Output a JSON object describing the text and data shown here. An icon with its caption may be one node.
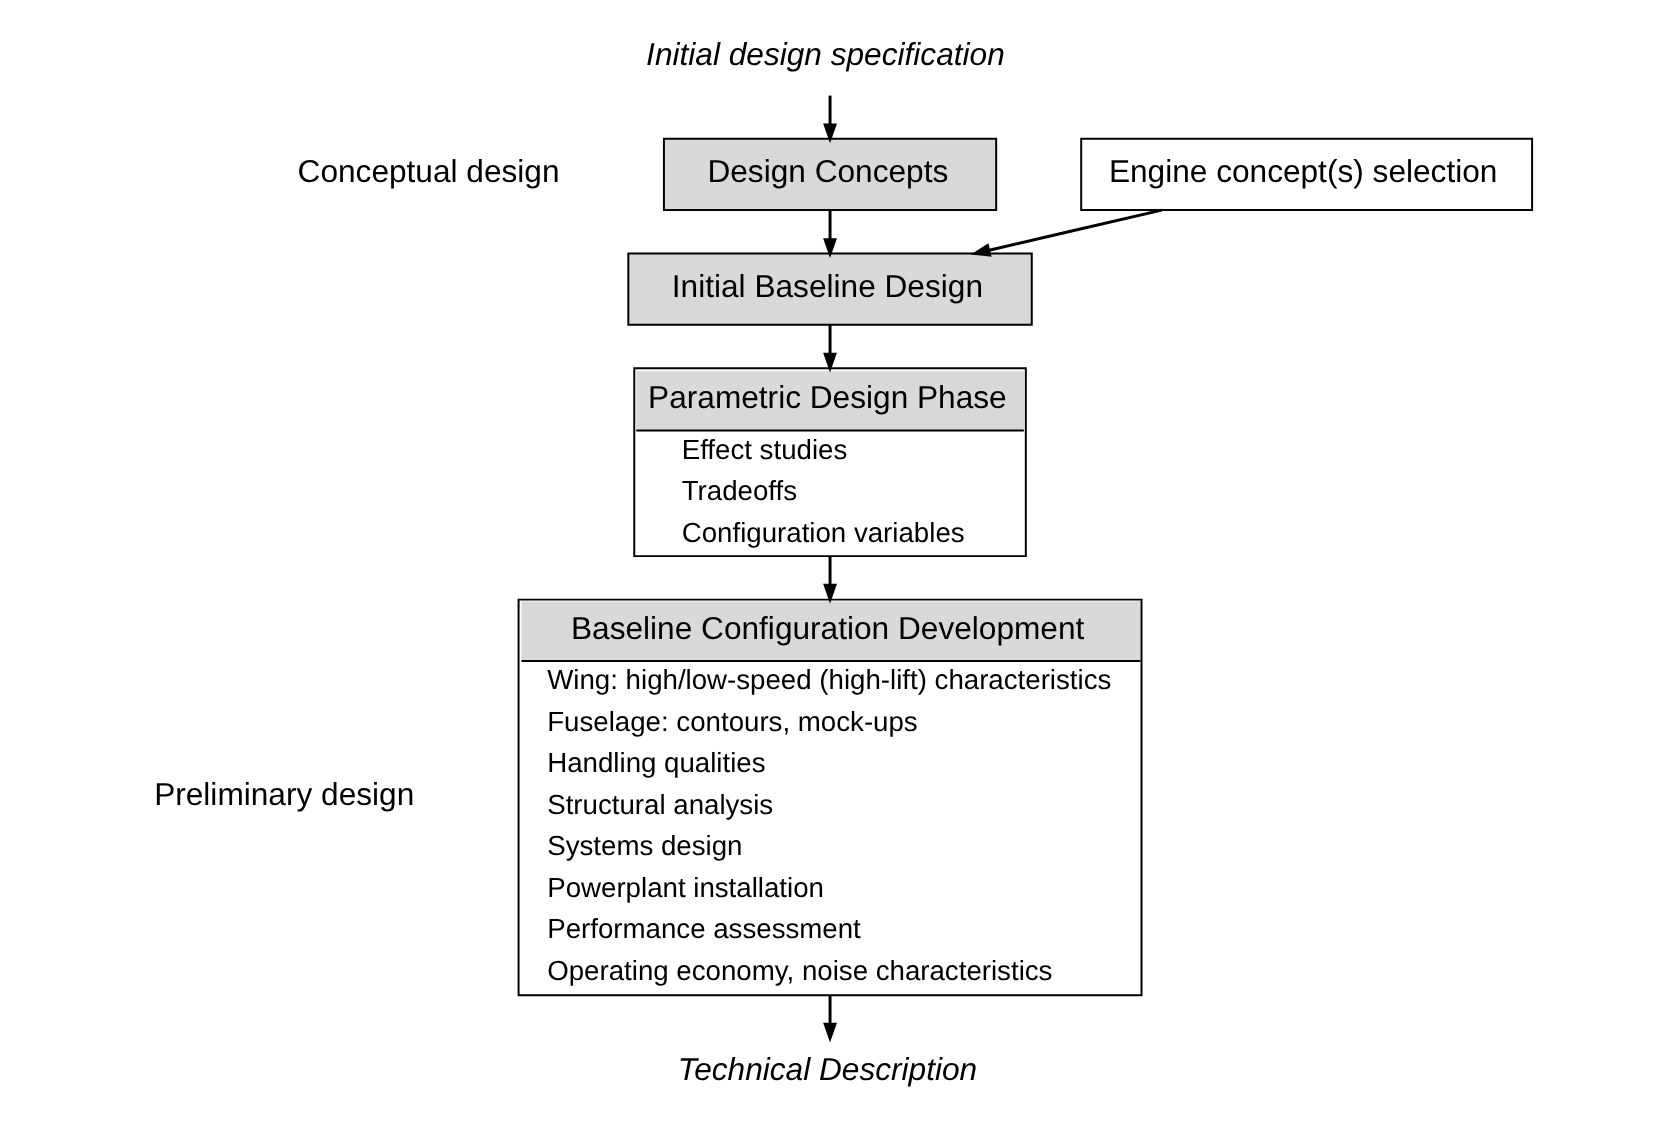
{
  "diagram": {
    "nodes": [
      {
        "text": [
          "Initial design specification"
        ]
      },
      {
        "text": [
          "Design Concepts"
        ]
      },
      {
        "text": [
          "Engine concept(s) selection"
        ]
      },
      {
        "text": [
          "Initial Baseline Design"
        ]
      },
      {
        "text": [
          "Parametric Design Phase",
          "Effect studies",
          "Tradeoffs",
          "Configuration variables"
        ]
      },
      {
        "text": [
          "Baseline Configuration Development",
          "Wing: high/low-speed (high-lift) characteristics",
          "Fuselage: contours, mock-ups",
          "Handling qualities",
          "Structural analysis",
          "Systems design",
          "Powerplant installation",
          "Performance assessment",
          "Operating economy, noise characteristics"
        ]
      },
      {
        "text": [
          "Technical Description"
        ]
      }
    ],
    "edges": [
      {
        "from": 0,
        "to": 1,
        "arrow": "to"
      },
      {
        "from": 1,
        "to": 3,
        "arrow": "to"
      },
      {
        "from": 2,
        "to": 3,
        "arrow": "to"
      },
      {
        "from": 3,
        "to": 4,
        "arrow": "to"
      },
      {
        "from": 4,
        "to": 5,
        "arrow": "to"
      },
      {
        "from": 5,
        "to": 6,
        "arrow": "to"
      }
    ],
    "labels": [
      "Conceptual design",
      "Preliminary design"
    ]
  }
}
